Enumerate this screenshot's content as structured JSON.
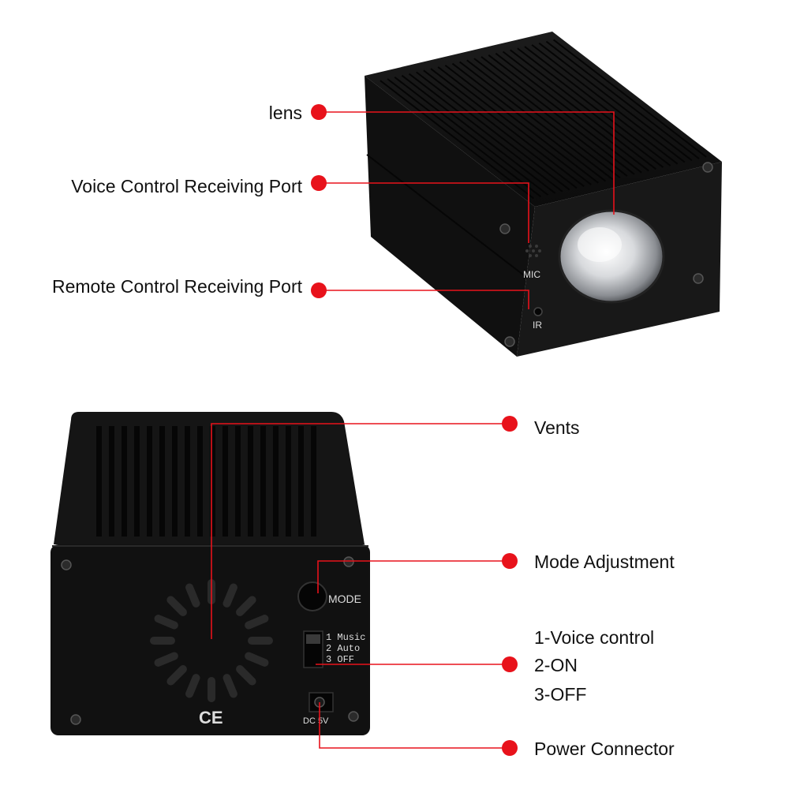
{
  "labels": {
    "lens": "lens",
    "voice_port": "Voice Control Receiving Port",
    "remote_port": "Remote Control Receiving Port",
    "vents": "Vents",
    "mode_adjustment": "Mode Adjustment",
    "switch_options": [
      "1-Voice control",
      "2-ON",
      "3-OFF"
    ],
    "power_connector": "Power Connector"
  },
  "device_markings": {
    "mic": "MIC",
    "ir": "IR",
    "mode": "MODE",
    "switch_lines": [
      "1  Music",
      "2  Auto",
      "3  OFF"
    ],
    "ce": "CE",
    "dc": "DC 5V"
  },
  "colors": {
    "callout": "#e8121b",
    "device_body": "#141414",
    "text": "#111111"
  }
}
